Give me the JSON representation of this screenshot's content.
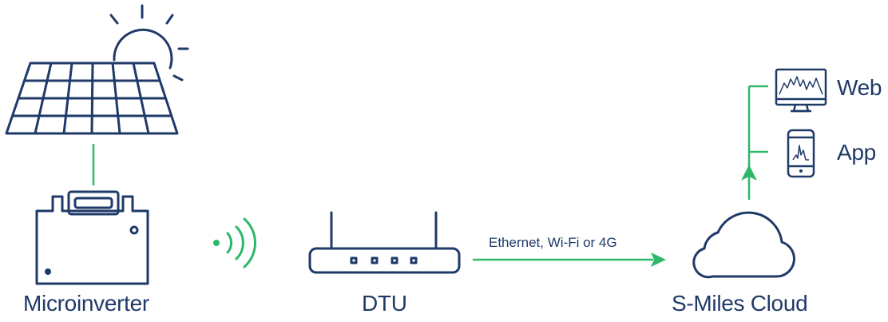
{
  "labels": {
    "microinverter": "Microinverter",
    "dtu": "DTU",
    "cloud": "S-Miles Cloud",
    "web": "Web",
    "app": "App",
    "connection": "Ethernet, Wi-Fi or 4G"
  },
  "colors": {
    "icon_stroke": "#1f3a68",
    "link_green": "#2db86a"
  },
  "icons": [
    "sun-icon",
    "solar-panel-icon",
    "microinverter-icon",
    "wireless-signal-icon",
    "router-icon",
    "cloud-icon",
    "monitor-icon",
    "phone-icon"
  ]
}
